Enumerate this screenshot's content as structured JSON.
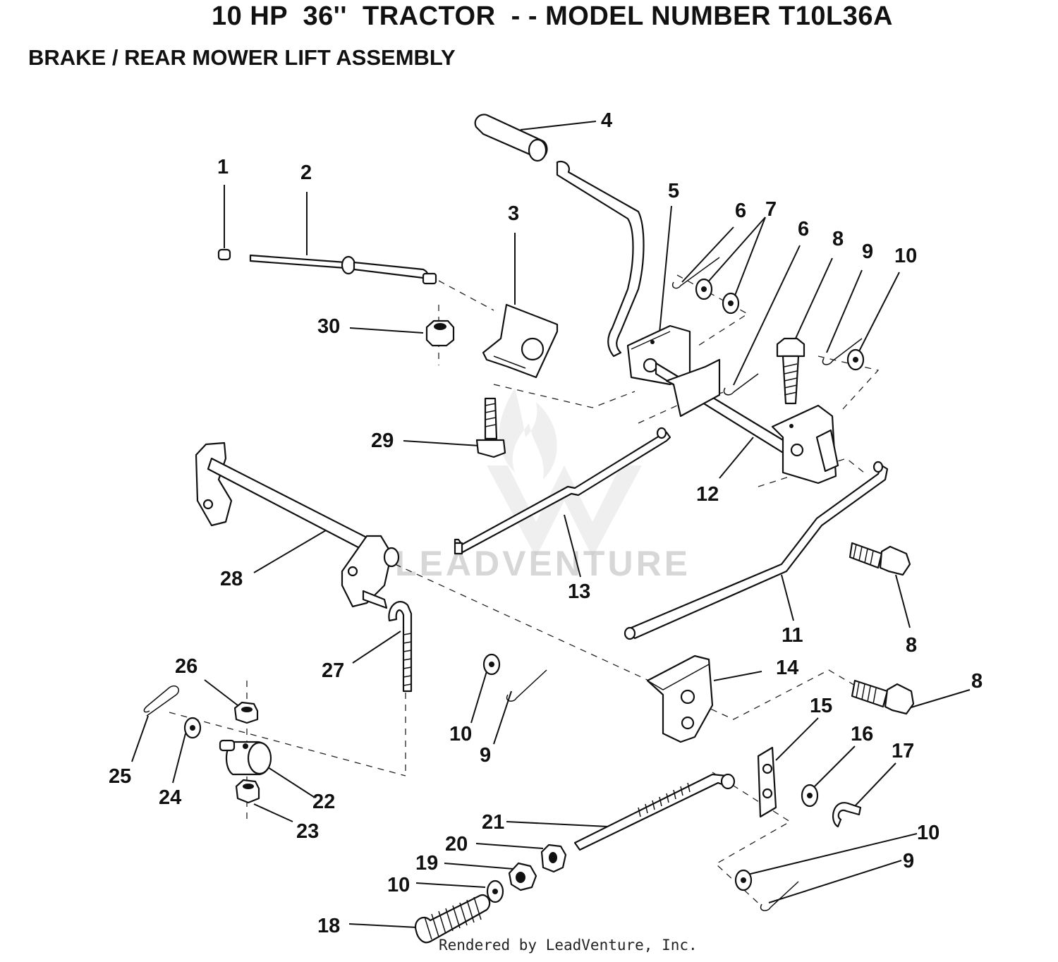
{
  "header": {
    "title": "10 HP  36''  TRACTOR  - - MODEL NUMBER T10L36A",
    "section": "BRAKE / REAR MOWER LIFT ASSEMBLY"
  },
  "footer": {
    "credit": "Rendered by LeadVenture, Inc."
  },
  "watermark": {
    "text": "LEADVENTURE"
  },
  "callouts": {
    "c1": "1",
    "c2": "2",
    "c3": "3",
    "c4": "4",
    "c5": "5",
    "c6a": "6",
    "c6b": "6",
    "c7": "7",
    "c8a": "8",
    "c8b": "8",
    "c8c": "8",
    "c9a": "9",
    "c9b": "9",
    "c9c": "9",
    "c10a": "10",
    "c10b": "10",
    "c10c": "10",
    "c10d": "10",
    "c11": "11",
    "c12": "12",
    "c13": "13",
    "c14": "14",
    "c15": "15",
    "c16": "16",
    "c17": "17",
    "c18": "18",
    "c19": "19",
    "c20": "20",
    "c21": "21",
    "c22": "22",
    "c23": "23",
    "c24": "24",
    "c25": "25",
    "c26": "26",
    "c27": "27",
    "c28": "28",
    "c29": "29",
    "c30": "30"
  }
}
